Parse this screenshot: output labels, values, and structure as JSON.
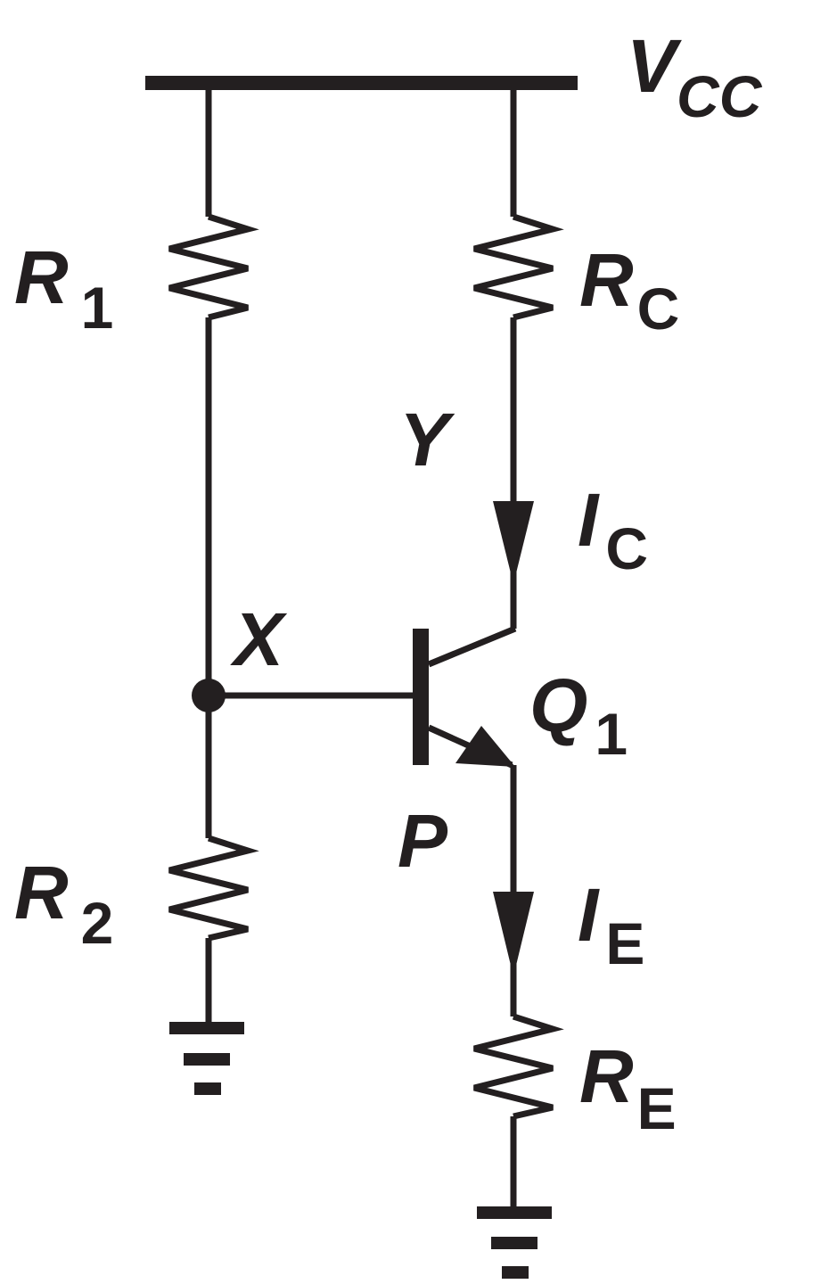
{
  "labels": {
    "vcc": {
      "main": "V",
      "sub": "CC"
    },
    "r1": {
      "main": "R",
      "sub": "1"
    },
    "rc": {
      "main": "R",
      "sub": "C"
    },
    "r2": {
      "main": "R",
      "sub": "2"
    },
    "re": {
      "main": "R",
      "sub": "E"
    },
    "q1": {
      "main": "Q",
      "sub": "1"
    },
    "ic": {
      "main": "I",
      "sub": "C"
    },
    "ie": {
      "main": "I",
      "sub": "E"
    },
    "node_x": "X",
    "node_y": "Y",
    "node_p": "P"
  },
  "colors": {
    "ink": "#231f20",
    "background": "#ffffff"
  }
}
